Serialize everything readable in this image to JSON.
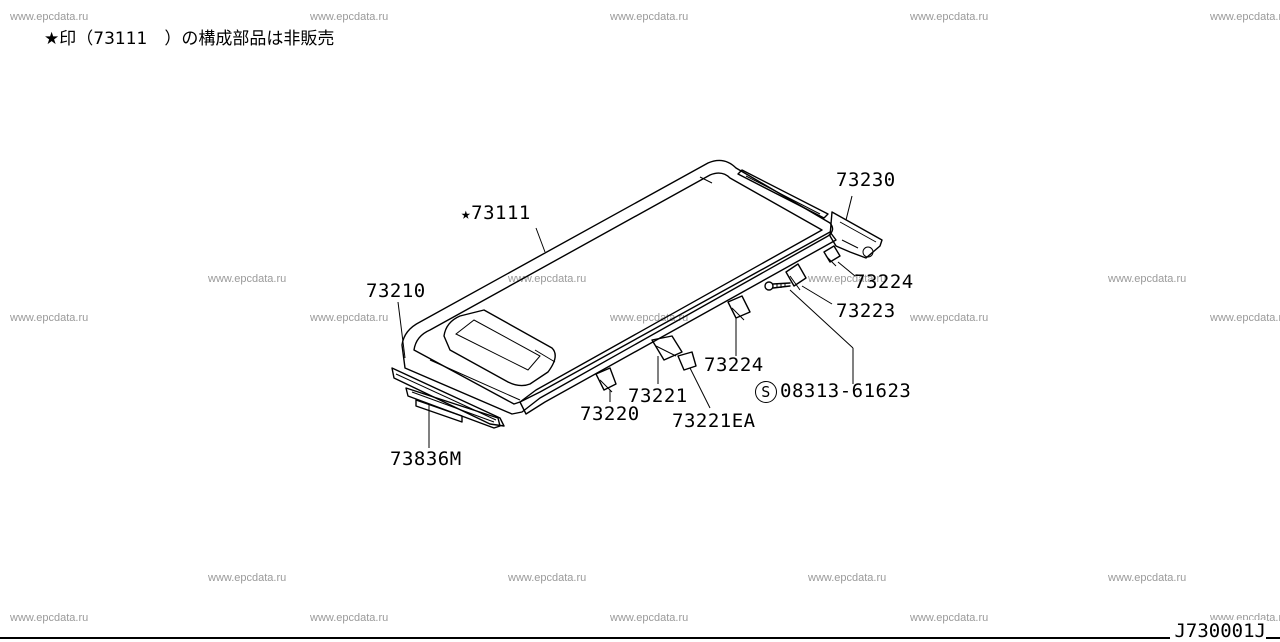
{
  "watermark": "www.epcdata.ru",
  "note": {
    "star_mark": "★",
    "text": "印（73111　）の構成部品は非販売"
  },
  "labels": {
    "p73111": "73111",
    "p73111_star": "★",
    "p73230": "73230",
    "p73224_upper": "73224",
    "p73223": "73223",
    "p73210": "73210",
    "p73224_lower": "73224",
    "p73221": "73221",
    "p73220": "73220",
    "p73221EA": "73221EA",
    "p08313": "08313-61623",
    "p08313_symbol": "S",
    "p73836M": "73836M"
  },
  "diagram_code": "J730001J"
}
